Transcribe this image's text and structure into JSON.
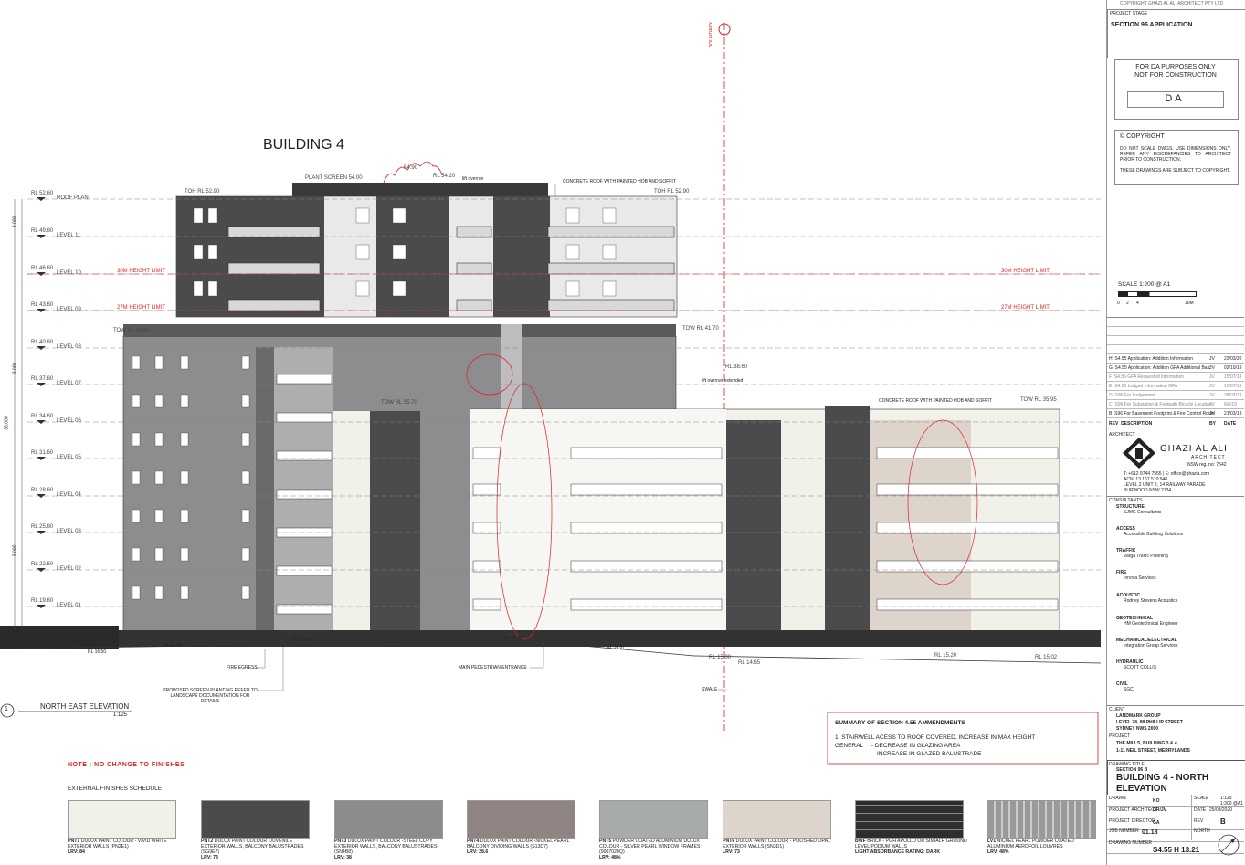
{
  "copyright_strip": "COPYRIGHT GHAZI AL ALI ARCHITECT PTY LTD",
  "boundary_label": "BOUNDARY",
  "building_title": "BUILDING 4",
  "elevation": {
    "number": "1",
    "title": "NORTH EAST ELEVATION",
    "scale": "1:125"
  },
  "levels": [
    {
      "rl": "RL 52.60",
      "name": "ROOF PLAN"
    },
    {
      "rl": "RL 49.60",
      "name": "LEVEL 11"
    },
    {
      "rl": "RL 46.60",
      "name": "LEVEL 10"
    },
    {
      "rl": "RL 43.60",
      "name": "LEVEL 09"
    },
    {
      "rl": "RL 40.60",
      "name": "LEVEL 08"
    },
    {
      "rl": "RL 37.60",
      "name": "LEVEL 07"
    },
    {
      "rl": "RL 34.60",
      "name": "LEVEL 06"
    },
    {
      "rl": "RL 31.60",
      "name": "LEVEL 05"
    },
    {
      "rl": "RL 28.60",
      "name": "LEVEL 04"
    },
    {
      "rl": "RL 25.60",
      "name": "LEVEL 03"
    },
    {
      "rl": "RL 22.60",
      "name": "LEVEL 02"
    },
    {
      "rl": "RL 19.60",
      "name": "LEVEL 01"
    }
  ],
  "dim_floor": "3,000",
  "dim_total": "36,000",
  "height_limits": {
    "h30": "30M HEIGHT LIMIT",
    "h27": "27M HEIGHT LIMIT"
  },
  "annotations": {
    "plant_screen": "PLANT SCREEN 54.00",
    "rl_5490": "54.90",
    "rl_5420": "RL 54.20",
    "lift_overrun": "lift overrun",
    "concrete_roof": "CONCRETE ROOF WITH PAINTED HOB AND SOFFIT",
    "toh_left": "TOH RL 52.90",
    "toh_right": "TOH RL 52.90",
    "tow_4160": "TOW RL 41.60",
    "tow_4170": "TOW RL 41.70",
    "rl_3860": "RL 38.60",
    "lift_overrun2": "lift overrun extended",
    "tow_3570": "TOW RL 35.70",
    "concrete_roof2": "CONCRETE ROOF WITH PAINTED HOB AND SOFFIT",
    "tow_3595": "TOW RL 35.95",
    "rl_1650": "RL 16.50",
    "rl_1695": "RL 16.95",
    "rl_1750": "RL 17.50",
    "rl_1773": "RL 17.73",
    "rl_1687": "RL 16.87",
    "rl_1500": "RL 15.00",
    "rl_1465": "RL 14.65",
    "rl_1520": "RL 15.20",
    "rl_1502": "RL 15.02",
    "fire_egress": "FIRE EGRESS",
    "main_entrance": "MAIN PEDESTRIAN ENTRANCE",
    "screen_planting": "PROPOSED SCREEN PLANTING REFER TO LANDSCAPE DOCUMENTATION FOR DETAILS",
    "swale": "SWALE"
  },
  "summary": {
    "title": "SUMMARY OF SECTION 4.55 AMMENDMENTS",
    "line1": "1. STAIRWELL ACESS TO ROOF COVERED, INCREASE IN MAX HEIGHT",
    "line2": "GENERAL     - DECREASE IN GLAZING AREA",
    "line3": "- INCREASE IN GLAZED BALUSTRADE"
  },
  "note": "NOTE : NO CHANGE TO FINISHES",
  "finishes_title": "EXTERNAL FINISHES SCHEDULE",
  "finishes": [
    {
      "code": "PNT1",
      "text": "DULUX PAINT COLOUR - VIVID WHITE EXTERIOR WALLS (PN2E1)",
      "lrv": "LRV: 84",
      "color": "#f1f1ea"
    },
    {
      "code": "PNT2",
      "text": "DULUX PAINT COLOUR -JUVENILE EXTERIOR WALLS, BALCONY BALUSTRADES (SG9E7)",
      "lrv": "LRV: 73",
      "color": "#4a4b4d"
    },
    {
      "code": "PNT3",
      "text": "DULUX PAINT COLOUR -STEEL COPY EXTERIOR WALLS, BALCONY BALUSTRADES (SN4B8)",
      "lrv": "LRV: 38",
      "color": "#8b8c8e"
    },
    {
      "code": "PNT4",
      "text": "DULUX PAINT COLOUR -NICKEL PEARL BALCONY DIVIDING WALLS (S13D7)",
      "lrv": "LRV: 28.6",
      "color": "#8f8481"
    },
    {
      "code": "PNT5",
      "text": "POWDER COATED ALUMINIUM DULUX COLOUR - SILVER PEARL WINDOW FRAMES (9007024Q)",
      "lrv": "LRV: 48%",
      "color": "#a7abab"
    },
    {
      "code": "PNT6",
      "text": "DULUX PAINT COLOUR - POLISHED OPAL EXTERIOR WALLS (SN3D1)",
      "lrv": "LRV: 73",
      "color": "#ddd5cb"
    },
    {
      "code": "BWF",
      "text": "BRICK - PGH APOLLO OR SIMIALR GROUND LEVEL PODIUM WALLS",
      "lrv": "LIGHT ABSORBANCE RATING: DARK",
      "color": "#2e2e30"
    },
    {
      "code": "LV1",
      "text": "NICKEL PEARL POWDER COATED ALUMINIUM AEROFOIL LOUVRES",
      "lrv": "LRV: 48%",
      "color": "#9a9a98"
    }
  ],
  "title_block": {
    "project_stage_label": "PROJECT STAGE",
    "project_stage": "SECTION 96 APPLICATION",
    "da1": "FOR DA PURPOSES ONLY",
    "da2": "NOT FOR CONSTRUCTION",
    "da_code": "DA",
    "copyright_title": "© COPYRIGHT",
    "copyright_text": "DO NOT SCALE DWGS. USE DIMENSIONS ONLY. REFER ANY DISCREPANCIES TO ARCHITECT PRIOR TO CONSTRUCTION.",
    "copyright_text2": "THESE DRAWINGS ARE SUBJECT TO COPYRIGHT.",
    "scale_label": "SCALE 1:200 @ A1",
    "scale_ticks": [
      "0",
      "2",
      "4",
      "10M"
    ],
    "revisions": [
      {
        "rev": "H",
        "desc": "S4.55 Application: Addition Information",
        "by": "JV",
        "date": "23/03/20"
      },
      {
        "rev": "G",
        "desc": "S4.55 Application: Addition GFA Additional Balc",
        "by": "JV",
        "date": "02/10/19"
      },
      {
        "rev": "F",
        "desc": "S4.55 GFA Requested Information",
        "by": "JV",
        "date": "15/07/19"
      },
      {
        "rev": "E",
        "desc": "S4.55 Lodged Information GFA",
        "by": "JV",
        "date": "15/07/19"
      },
      {
        "rev": "D",
        "desc": "S96 For Lodgement",
        "by": "JV",
        "date": "28/03/19"
      },
      {
        "rev": "C",
        "desc": "S96 For Substation & Footpath Bicycle Location",
        "by": "JV",
        "date": "6/6/19"
      },
      {
        "rev": "B",
        "desc": "S96 For Basement Footprint & Fire Control Room",
        "by": "JV",
        "date": "21/03/19"
      }
    ],
    "rev_headers": {
      "rev": "REV",
      "desc": "DESCRIPTION",
      "by": "BY",
      "date": "DATE"
    },
    "architect_label": "ARCHITECT",
    "architect_name": "GHAZI AL ALI",
    "architect_sub": "ARCHITECT",
    "nsw_reg": "NSW reg. no: 7542",
    "architect_contact": "T: +612 9744 7555 | E: office@ghazia.com",
    "architect_abn": "ACN: 13 167 510 948",
    "architect_addr1": "LEVEL 2 UNIT 2, 14 RAILWAY PARADE",
    "architect_addr2": "BURWOOD NSW 2134",
    "consultants_label": "CONSULTANTS",
    "consultants": [
      {
        "role": "STRUCTURE",
        "name": "SJMC Consultants"
      },
      {
        "role": "ACCESS",
        "name": "Accessible Building Solutions"
      },
      {
        "role": "TRAFFIC",
        "name": "Varga Traffic Planning"
      },
      {
        "role": "FIRE",
        "name": "Innova Services"
      },
      {
        "role": "ACOUSTIC",
        "name": "Rodney Stevens Acoustics"
      },
      {
        "role": "GEOTECHNICAL",
        "name": "HM Geotechnical Engineer"
      },
      {
        "role": "MECHANICAL/ELECTRICAL",
        "name": "Integration Group Services"
      },
      {
        "role": "HYDRAULIC",
        "name": "SCOTT COLLIS"
      },
      {
        "role": "CIVIL",
        "name": "SGC"
      }
    ],
    "client_label": "CLIENT",
    "client": [
      "LANDMARK GROUP",
      "LEVEL 28, 88 PHILLIP STREET",
      "SYDNEY NWS 2000"
    ],
    "project_label": "PROJECT",
    "project": [
      "THE MILLS, BUILDING 3 & 4.",
      "1-11 NEIL STREET, MERRYLANDS"
    ],
    "drawing_title_label": "DRAWING TITLE",
    "drawing_section": "SECTION 96 B",
    "drawing_title1": "BUILDING 4 - NORTH",
    "drawing_title2": "ELEVATION",
    "drawn_label": "DRAWN",
    "drawn": "KO",
    "scale_lbl": "SCALE",
    "scale_val": "1:125",
    "scale_val2": "1:300 @A1",
    "pa_label": "PROJECT ARCHITECT",
    "pa": "GR/JV",
    "date_label": "DATE",
    "date": "25/03/2020",
    "pd_label": "PROJECT DIRECTOR",
    "pd": "GA",
    "rev_label": "REV",
    "rev": "B",
    "job_label": "JOB NUMBER",
    "job": "01.18",
    "north_label": "NORTH",
    "dwg_label": "DRAWING NUMBER",
    "dwg": "S4.55 H 13.21"
  }
}
